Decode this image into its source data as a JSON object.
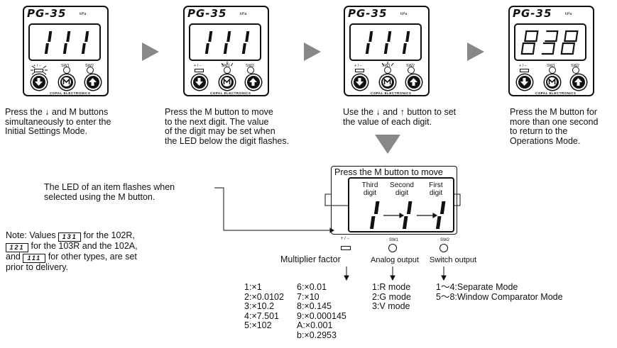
{
  "device": {
    "model": "PG-35",
    "unit": "kPa",
    "label_pm": "+ / −",
    "label_sw1": "SW1",
    "label_sw2": "SW2",
    "brand": "COPAL ELECTRONICS",
    "m_label": "M"
  },
  "steps": [
    {
      "display": "111",
      "text": "Press the ↓ and M buttons\nsimultaneously to enter the\nInitial Settings Mode."
    },
    {
      "display": "111",
      "text": "Press the M button to move\nto the next digit. The value\nof the digit may be set when\nthe LED below the digit flashes."
    },
    {
      "display": "111",
      "text": "Use the ↓ and ↑ button to set\nthe value of each digit."
    },
    {
      "display": "838",
      "text": "Press the M button for\nmore than one second\nto return to the\nOperations Mode."
    }
  ],
  "detail": {
    "header": "Press the M button to move",
    "digit_labels": [
      "Third\ndigit",
      "Second\ndigit",
      "First\ndigit"
    ],
    "digits": [
      "1",
      "1",
      "1"
    ],
    "led_note": "The LED of an item flashes when\nselected using the M button.",
    "label_multiplier": "Multiplier factor",
    "label_analog": "Analog output",
    "label_switch": "Switch output"
  },
  "note": {
    "line1_a": "Note: Values",
    "line1_box": "131",
    "line1_b": " for the 102R,",
    "line2_box": "121",
    "line2_b": " for the 103R and the 102A,",
    "line3_a": "and ",
    "line3_box": "111",
    "line3_b": " for other types, are set",
    "line4": "prior to delivery."
  },
  "multiplier_col1": "1:×1\n2:×0.0102\n3:×10.2\n4:×7.501\n5:×102",
  "multiplier_col2": "6:×0.01\n7:×10\n8:×0.145\n9:×0.000145\nA:×0.001\nb:×0.2953",
  "analog_options": "1:R mode\n2:G mode\n3:V mode",
  "switch_options": "1～4:Separate Mode\n5～8:Window Comparator Mode"
}
